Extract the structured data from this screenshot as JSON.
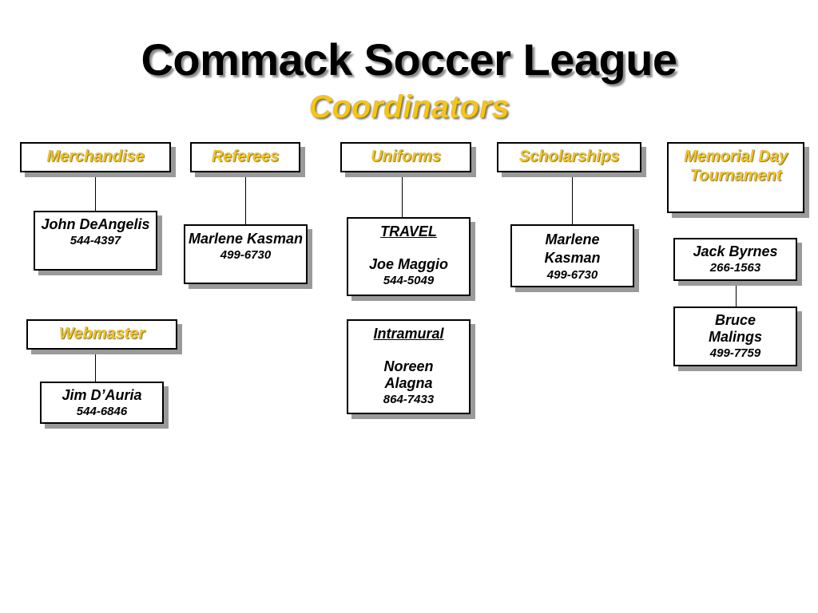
{
  "title": "Commack Soccer League",
  "subtitle": "Coordinators",
  "merchandise": {
    "header": "Merchandise",
    "name": "John DeAngelis",
    "phone": "544-4397"
  },
  "webmaster": {
    "header": "Webmaster",
    "name": "Jim D’Auria",
    "phone": "544-6846"
  },
  "referees": {
    "header": "Referees",
    "name": "Marlene Kasman",
    "phone": "499-6730"
  },
  "uniforms": {
    "header": "Uniforms",
    "travel": {
      "label": "TRAVEL",
      "name": "Joe Maggio",
      "phone": "544-5049"
    },
    "intramural": {
      "label": "Intramural",
      "name": "Noreen Alagna",
      "phone": "864-7433"
    }
  },
  "scholarships": {
    "header": "Scholarships",
    "name": "Marlene Kasman",
    "phone": "499-6730"
  },
  "memorial": {
    "header_line1": "Memorial Day",
    "header_line2": "Tournament",
    "people": [
      {
        "name": "Jack Byrnes",
        "phone": "266-1563"
      },
      {
        "name": "Bruce Malings",
        "phone": "499-7759"
      }
    ]
  },
  "colors": {
    "accent": "#f5c518",
    "shadow": "#9a9a9a"
  }
}
